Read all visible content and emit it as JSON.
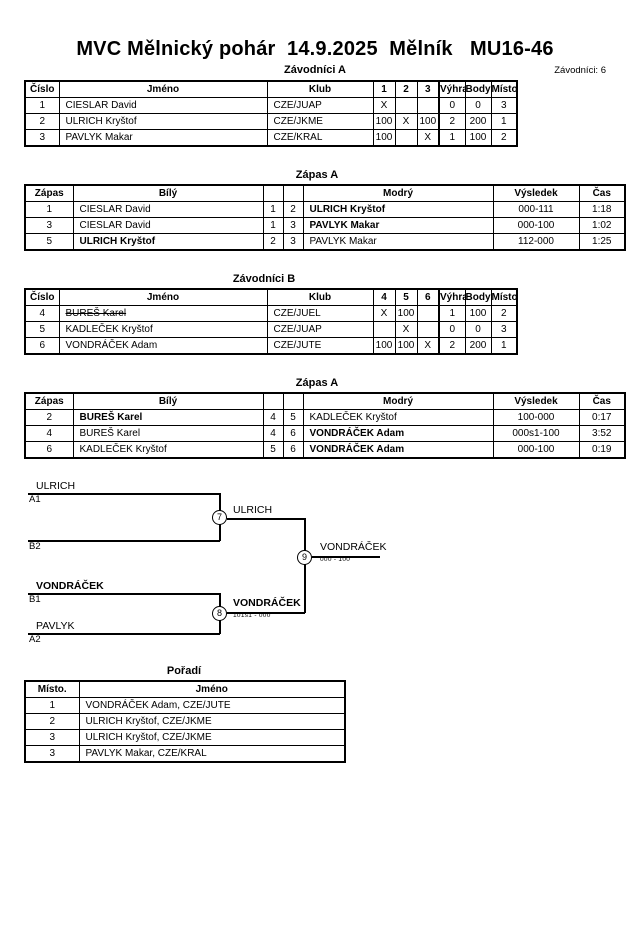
{
  "header": {
    "title": "MVC Mělnický pohár  14.9.2025  Mělník   MU16-46",
    "subtitle": "Závodníci A",
    "entrants": "Závodníci: 6"
  },
  "group_a": {
    "heading": "Závodníci A",
    "columns": [
      "Číslo",
      "Jméno",
      "Klub",
      "1",
      "2",
      "3",
      "Výhra",
      "Body",
      "Místo."
    ],
    "rows": [
      {
        "no": "1",
        "name": "CIESLAR David",
        "club": "CZE/JUAP",
        "m1": "X",
        "m2": "",
        "m3": "",
        "wins": "0",
        "points": "0",
        "place": "3",
        "struck": false
      },
      {
        "no": "2",
        "name": "ULRICH Kryštof",
        "club": "CZE/JKME",
        "m1": "100",
        "m2": "X",
        "m3": "100",
        "wins": "2",
        "points": "200",
        "place": "1",
        "struck": false
      },
      {
        "no": "3",
        "name": "PAVLYK Makar",
        "club": "CZE/KRAL",
        "m1": "100",
        "m2": "",
        "m3": "X",
        "wins": "1",
        "points": "100",
        "place": "2",
        "struck": false
      }
    ]
  },
  "matches_a": {
    "heading": "Zápas A",
    "columns": [
      "Zápas",
      "Bílý",
      "",
      "",
      "Modrý",
      "Výsledek",
      "Čas"
    ],
    "rows": [
      {
        "no": "1",
        "white": "CIESLAR David",
        "white_bold": false,
        "wn": "1",
        "bn": "2",
        "blue": "ULRICH Kryštof",
        "blue_bold": true,
        "result": "000-111",
        "time": "1:18"
      },
      {
        "no": "3",
        "white": "CIESLAR David",
        "white_bold": false,
        "wn": "1",
        "bn": "3",
        "blue": "PAVLYK Makar",
        "blue_bold": true,
        "result": "000-100",
        "time": "1:02"
      },
      {
        "no": "5",
        "white": "ULRICH Kryštof",
        "white_bold": true,
        "wn": "2",
        "bn": "3",
        "blue": "PAVLYK Makar",
        "blue_bold": false,
        "result": "112-000",
        "time": "1:25"
      }
    ]
  },
  "group_b": {
    "heading": "Závodníci B",
    "columns": [
      "Číslo",
      "Jméno",
      "Klub",
      "4",
      "5",
      "6",
      "Výhra",
      "Body",
      "Místo."
    ],
    "rows": [
      {
        "no": "4",
        "name": "BUREŠ Karel",
        "club": "CZE/JUEL",
        "m1": "X",
        "m2": "100",
        "m3": "",
        "wins": "1",
        "points": "100",
        "place": "2",
        "struck": true
      },
      {
        "no": "5",
        "name": "KADLEČEK Kryštof",
        "club": "CZE/JUAP",
        "m1": "",
        "m2": "X",
        "m3": "",
        "wins": "0",
        "points": "0",
        "place": "3",
        "struck": false
      },
      {
        "no": "6",
        "name": "VONDRÁČEK Adam",
        "club": "CZE/JUTE",
        "m1": "100",
        "m2": "100",
        "m3": "X",
        "wins": "2",
        "points": "200",
        "place": "1",
        "struck": false
      }
    ]
  },
  "matches_b": {
    "heading": "Zápas A",
    "columns": [
      "Zápas",
      "Bílý",
      "",
      "",
      "Modrý",
      "Výsledek",
      "Čas"
    ],
    "rows": [
      {
        "no": "2",
        "white": "BUREŠ Karel",
        "white_bold": true,
        "wn": "4",
        "bn": "5",
        "blue": "KADLEČEK Kryštof",
        "blue_bold": false,
        "result": "100-000",
        "time": "0:17"
      },
      {
        "no": "4",
        "white": "BUREŠ Karel",
        "white_bold": false,
        "wn": "4",
        "bn": "6",
        "blue": "VONDRÁČEK Adam",
        "blue_bold": true,
        "result": "000s1-100",
        "time": "3:52"
      },
      {
        "no": "6",
        "white": "KADLEČEK Kryštof",
        "white_bold": false,
        "wn": "5",
        "bn": "6",
        "blue": "VONDRÁČEK Adam",
        "blue_bold": true,
        "result": "000-100",
        "time": "0:19"
      }
    ]
  },
  "bracket": {
    "slots": [
      {
        "seed": "A1",
        "name": "ULRICH",
        "bold": false
      },
      {
        "seed": "B2",
        "name": "",
        "bold": false
      },
      {
        "seed": "B1",
        "name": "VONDRÁČEK",
        "bold": true
      },
      {
        "seed": "A2",
        "name": "PAVLYK",
        "bold": false
      }
    ],
    "nodes": [
      {
        "id": "7",
        "winner": "ULRICH",
        "score": "",
        "bold": false
      },
      {
        "id": "8",
        "winner": "VONDRÁČEK",
        "score": "101s1 - 000",
        "bold": true
      },
      {
        "id": "9",
        "winner": "VONDRÁČEK",
        "score": "000 - 100",
        "bold": false
      }
    ]
  },
  "ranking": {
    "heading": "Pořadí",
    "columns": [
      "Místo.",
      "Jméno"
    ],
    "rows": [
      {
        "place": "1",
        "who": "VONDRÁČEK Adam, CZE/JUTE"
      },
      {
        "place": "2",
        "who": "ULRICH Kryštof, CZE/JKME"
      },
      {
        "place": "3",
        "who": "ULRICH Kryštof, CZE/JKME"
      },
      {
        "place": "3",
        "who": "PAVLYK Makar, CZE/KRAL"
      }
    ]
  }
}
